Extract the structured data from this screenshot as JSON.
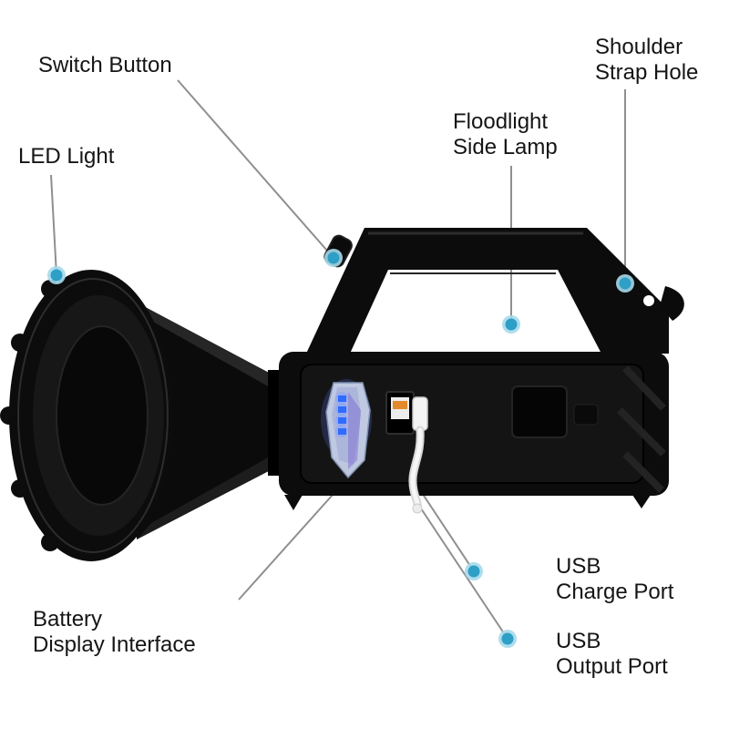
{
  "annotations": {
    "switch_button": {
      "label": "Switch Button"
    },
    "led_light": {
      "label": "LED Light"
    },
    "floodlight_side_lamp": {
      "line1": "Floodlight",
      "line2": "Side Lamp"
    },
    "shoulder_strap_hole": {
      "line1": "Shoulder",
      "line2": "Strap Hole"
    },
    "usb_charge_port": {
      "line1": "USB",
      "line2": "Charge Port"
    },
    "usb_output_port": {
      "line1": "USB",
      "line2": "Output Port"
    },
    "battery_display_interface": {
      "line1": "Battery",
      "line2": "Display Interface"
    }
  },
  "colors": {
    "text": "#151515",
    "annotation_line": "#8f8f8f",
    "marker": "#2e9fc6",
    "marker_ring": "#a6d9ea",
    "flashlight_black": "#0c0c0c",
    "battery_led": "#2f6bff",
    "usb_accent": "#e2892b",
    "usb_cable": "#f4f4f4"
  }
}
